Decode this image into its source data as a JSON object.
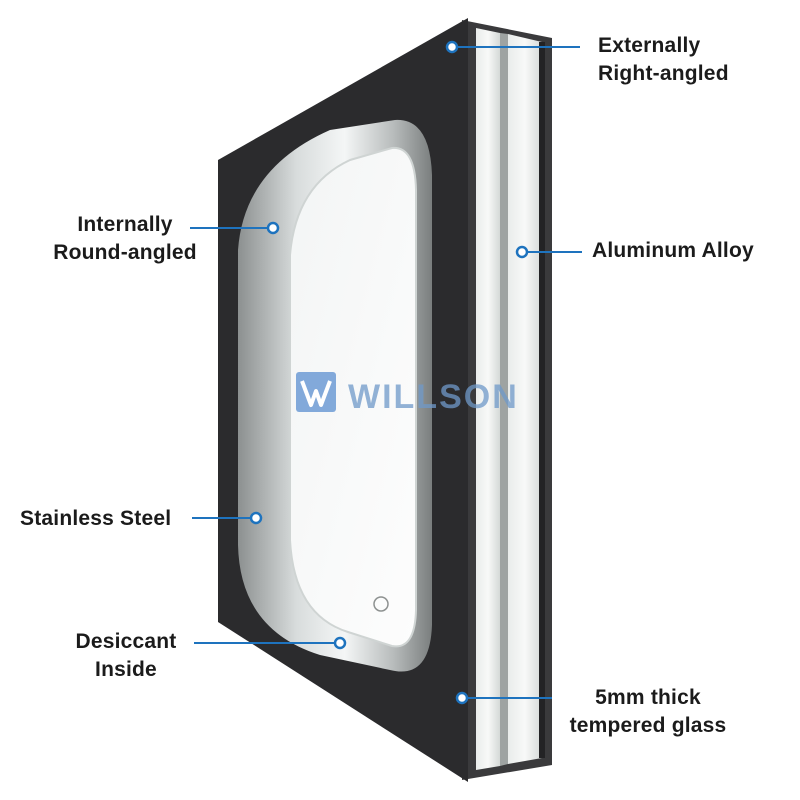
{
  "watermark": {
    "text": "WILLSON",
    "color": "#5b8fd0"
  },
  "callouts": {
    "externally_right_angled": {
      "line1": "Externally",
      "line2": "Right-angled"
    },
    "internally_round_angled": {
      "line1": "Internally",
      "line2": "Round-angled"
    },
    "aluminum_alloy": {
      "line1": "Aluminum Alloy"
    },
    "stainless_steel": {
      "line1": "Stainless Steel"
    },
    "desiccant_inside": {
      "line1": "Desiccant",
      "line2": "Inside"
    },
    "tempered_glass": {
      "line1": "5mm thick",
      "line2": "tempered glass"
    }
  },
  "colors": {
    "callout_line": "#1e73be",
    "label_text": "#1b1b1b",
    "glass_frame": "#2b2b2d"
  }
}
